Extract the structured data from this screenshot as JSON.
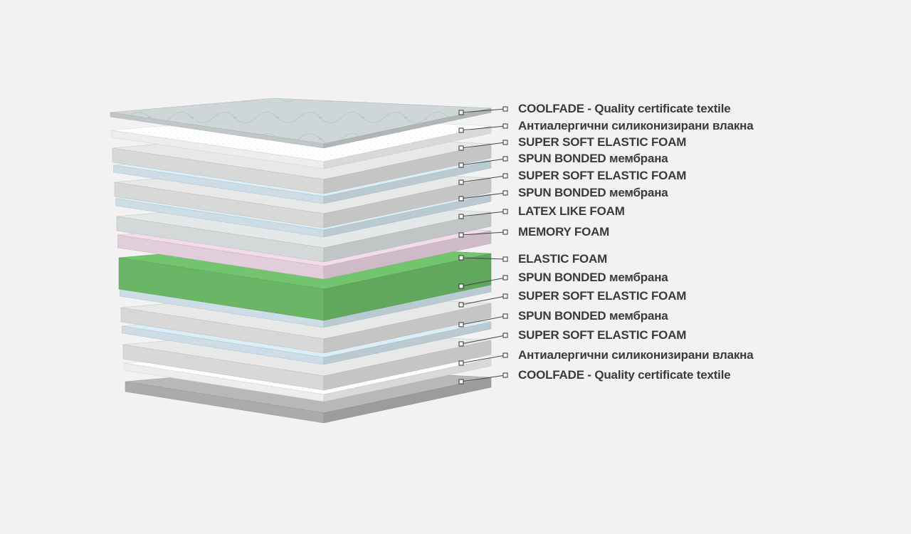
{
  "diagram": {
    "title": "",
    "layers": [
      {
        "label": "COOLFADE - Quality certificate textile",
        "color": "#cfd6d8",
        "pattern": "quilted-textile"
      },
      {
        "label": "Антиалергични силиконизирани влакна",
        "color": "#ffffff",
        "pattern": "fiber"
      },
      {
        "label": "SUPER SOFT ELASTIC FOAM",
        "color": "#e8e8e6",
        "pattern": "foam"
      },
      {
        "label": "SPUN BONDED мембрана",
        "color": "#dbeef8",
        "pattern": "membrane"
      },
      {
        "label": "SUPER SOFT ELASTIC FOAM",
        "color": "#e8e8e6",
        "pattern": "foam"
      },
      {
        "label": "SPUN BONDED мембрана",
        "color": "#dbeef8",
        "pattern": "membrane"
      },
      {
        "label": "LATEX LIKE FOAM",
        "color": "#e4e8e9",
        "pattern": "foam"
      },
      {
        "label": "MEMORY FOAM",
        "color": "#f3dcea",
        "pattern": "foam"
      },
      {
        "label": "ELASTIC FOAM",
        "color": "#72c46e",
        "pattern": "foam"
      },
      {
        "label": "SPUN BONDED мембрана",
        "color": "#dbeef8",
        "pattern": "membrane"
      },
      {
        "label": "SUPER SOFT ELASTIC FOAM",
        "color": "#e8e8e6",
        "pattern": "foam"
      },
      {
        "label": "SPUN BONDED мембрана",
        "color": "#dbeef8",
        "pattern": "membrane"
      },
      {
        "label": "SUPER SOFT ELASTIC FOAM",
        "color": "#e8e8e6",
        "pattern": "foam"
      },
      {
        "label": "Антиалергични силиконизирани влакна",
        "color": "#ffffff",
        "pattern": "fiber"
      },
      {
        "label": "COOLFADE  - Quality certificate textile",
        "color": "#b8b8b8",
        "pattern": "textile"
      }
    ]
  }
}
